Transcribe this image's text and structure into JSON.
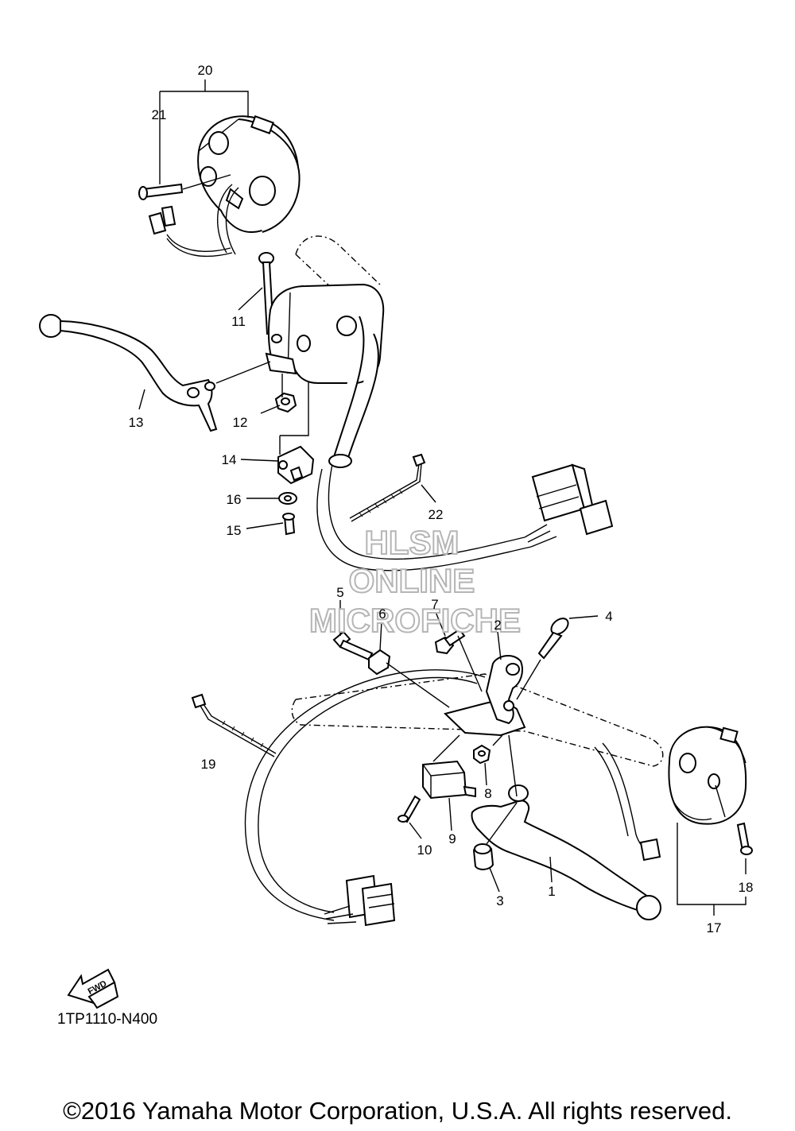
{
  "watermark": {
    "line1": "HLSM",
    "line2": "ONLINE",
    "line3": "MICROFICHE"
  },
  "diagram_code": "1TP1110-N400",
  "fwd_label": "FWD",
  "copyright": "©2016 Yamaha Motor Corporation, U.S.A. All rights reserved.",
  "callouts": {
    "c1": "1",
    "c2": "2",
    "c3": "3",
    "c4": "4",
    "c5": "5",
    "c6": "6",
    "c7": "7",
    "c8": "8",
    "c9": "9",
    "c10": "10",
    "c11": "11",
    "c12": "12",
    "c13": "13",
    "c14": "14",
    "c15": "15",
    "c16": "16",
    "c17": "17",
    "c18": "18",
    "c19": "19",
    "c20": "20",
    "c21": "21",
    "c22": "22"
  }
}
